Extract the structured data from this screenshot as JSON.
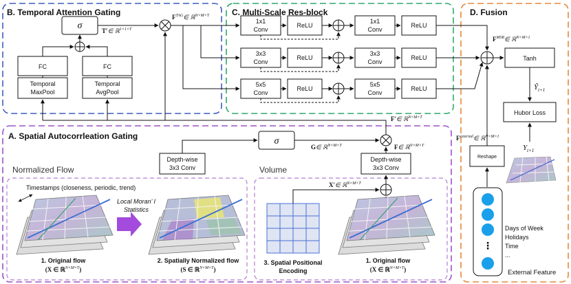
{
  "sections": {
    "temporal": "B. Temporal Attention Gating",
    "multiscale": "C. Multi-Scale Res-block",
    "fusion": "D. Fusion",
    "spatial": "A. Spatial Autocorrleation Gating"
  },
  "temporal_block": {
    "sigma": "σ",
    "tc": "T",
    "tc_sup": "c",
    "tc_space": "∈ ℝ",
    "tc_dims": "1×1×T",
    "fc_left": "FC",
    "fc_right": "FC",
    "pool_left_1": "Temporal",
    "pool_left_2": "MaxPool",
    "pool_right_1": "Temporal",
    "pool_right_2": "AvgPool"
  },
  "ftag": {
    "f": "F",
    "sup": "TAG",
    "space": "∈ ℝ",
    "dims": "N×M×T"
  },
  "msr": {
    "f": "F",
    "sup": "MSR",
    "space": "∈ ℝ",
    "dims": "N×M×1"
  },
  "conv_rows": [
    {
      "k1": "1x1",
      "k2": "1x1"
    },
    {
      "k1": "3x3",
      "k2": "3x3"
    },
    {
      "k1": "5x5",
      "k2": "5x5"
    }
  ],
  "conv_word": "Conv",
  "relu": "ReLU",
  "fusion_block": {
    "tanh": "Tanh",
    "yhat": "Ŷ",
    "yhat_sub": "t+1",
    "hubor": "Hubor Loss",
    "y": "Y",
    "y_sub": "t+1",
    "fext": "F",
    "fext_sup": "external",
    "fext_space": "∈ ℝ",
    "fext_dims": "N×M×1",
    "reshape": "Reshape",
    "features": [
      "Days of Week",
      "Holidays",
      "Time",
      "..."
    ],
    "dots": "⋮",
    "external_label": "External Feature"
  },
  "spatial_block": {
    "sigma": "σ",
    "g": "G",
    "g_space": "∈ ℝ",
    "g_dims": "N×M×T",
    "f": "F",
    "f_space": "∈ ℝ",
    "f_dims": "N×M×T",
    "fprime": "F′",
    "fprime_space": "∈ ℝ",
    "fprime_dims": "N×M×T",
    "depthwise_1a": "Depth-wise",
    "depthwise_1b": "3x3 Conv",
    "depthwise_2a": "Depth-wise",
    "depthwise_2b": "3x3 Conv",
    "normalized_flow": "Normalized Flow",
    "volume": "Volume",
    "timestamps": "Timestamps (closeness, periodic, trend)",
    "moran_1": "Local Moran’ I",
    "moran_2": "Statistics",
    "xprime": "X′",
    "xprime_space": "∈ ℝ",
    "xprime_dims": "N×M×T",
    "cap1_a": "1. Original flow",
    "cap1_b": "(X ∈ ℝ",
    "cap1_dims": "N×M×T",
    "cap1_c": ")",
    "cap2_a": "2. Spatially Normalized flow",
    "cap2_b": "(S ∈ ℝ",
    "cap2_dims": "N×M×T",
    "cap2_c": ")",
    "cap3_a": "3. Spatial Positional",
    "cap3_b": "Encoding",
    "cap4_a": "1. Original flow",
    "cap4_b": "(X ∈ ℝ",
    "cap4_dims": "N×M×T",
    "cap4_c": ")"
  },
  "colors": {
    "temporal_border": "#3b5bbf",
    "multiscale_border": "#2fa86a",
    "fusion_border": "#e8873a",
    "spatial_border": "#9a52c8",
    "inner_dash": "#b07fd0",
    "arrow_purple": "#a24bdc",
    "dot_blue": "#1aa0ea",
    "grid_blue": "#4a6fd8"
  }
}
